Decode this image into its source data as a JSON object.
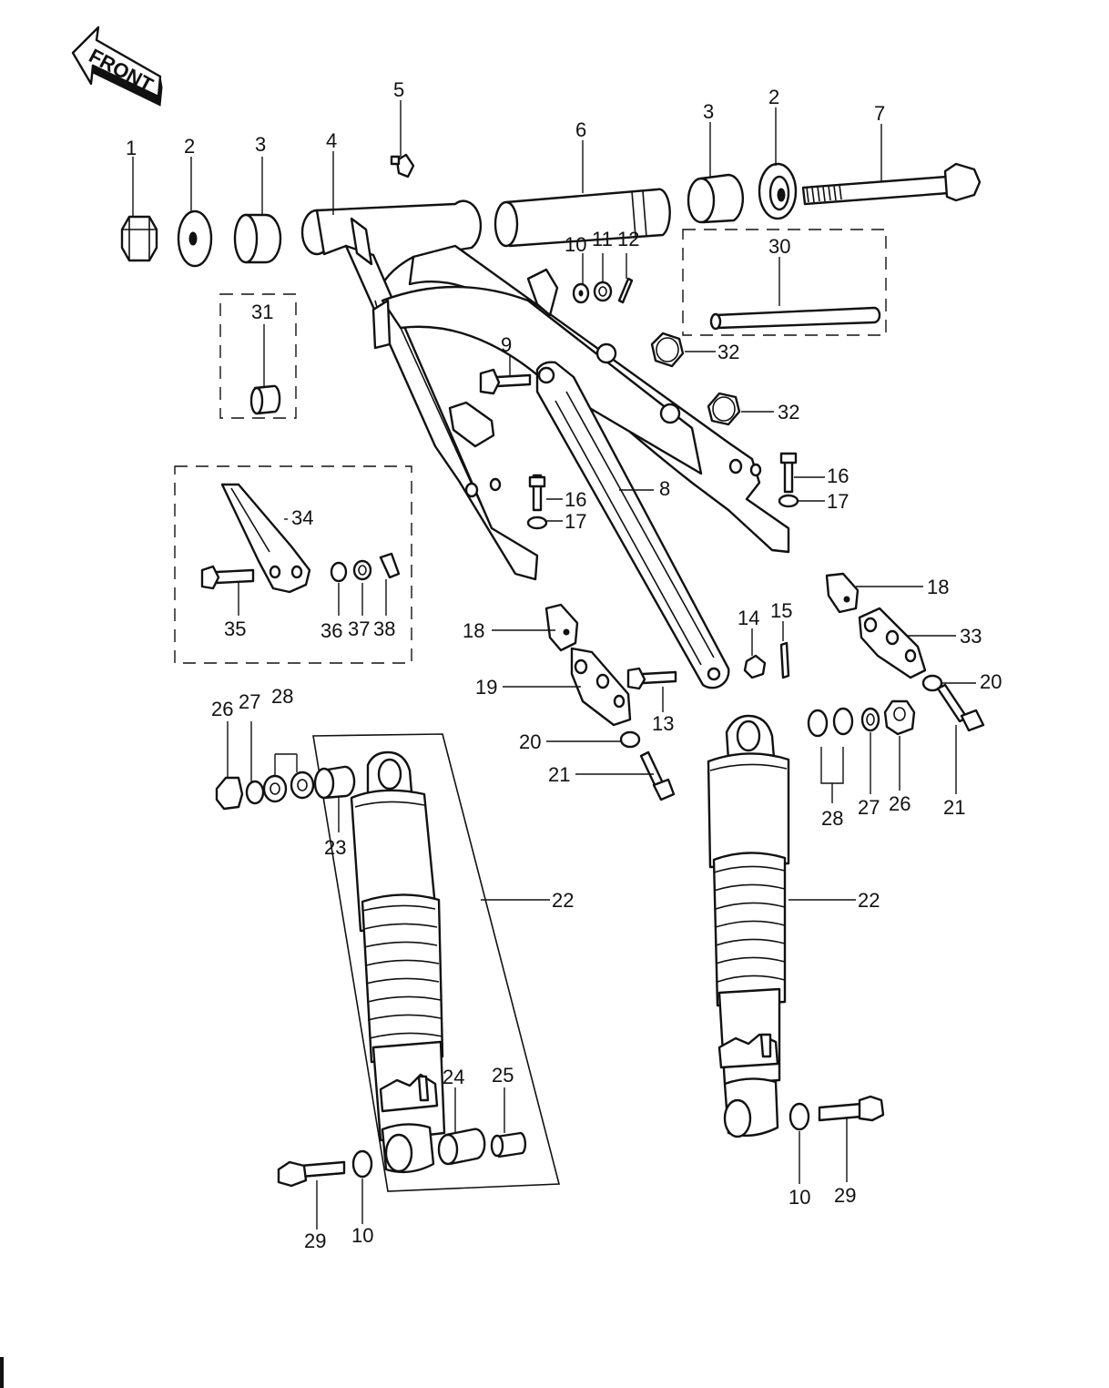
{
  "front_arrow": {
    "label": "FRONT"
  },
  "callouts": {
    "c1": "1",
    "c2a": "2",
    "c3a": "3",
    "c4": "4",
    "c5": "5",
    "c6": "6",
    "c3b": "3",
    "c2b": "2",
    "c7": "7",
    "c10a": "10",
    "c11": "11",
    "c12": "12",
    "c30": "30",
    "c31": "31",
    "c32a": "32",
    "c9": "9",
    "c32b": "32",
    "c16a": "16",
    "c17a": "17",
    "c8": "8",
    "c16b": "16",
    "c17b": "17",
    "c34": "34",
    "c35": "35",
    "c36": "36",
    "c37": "37",
    "c38": "38",
    "c18a": "18",
    "c18b": "18",
    "c33": "33",
    "c14": "14",
    "c15": "15",
    "c19": "19",
    "c13": "13",
    "c20a": "20",
    "c20b": "20",
    "c21a": "21",
    "c21b": "21",
    "c26a": "26",
    "c27a": "27",
    "c28a": "28",
    "c23": "23",
    "c22a": "22",
    "c22b": "22",
    "c28b": "28",
    "c27b": "27",
    "c26b": "26",
    "c24": "24",
    "c25": "25",
    "c29a": "29",
    "c10b": "10",
    "c10c": "10",
    "c29b": "29"
  }
}
